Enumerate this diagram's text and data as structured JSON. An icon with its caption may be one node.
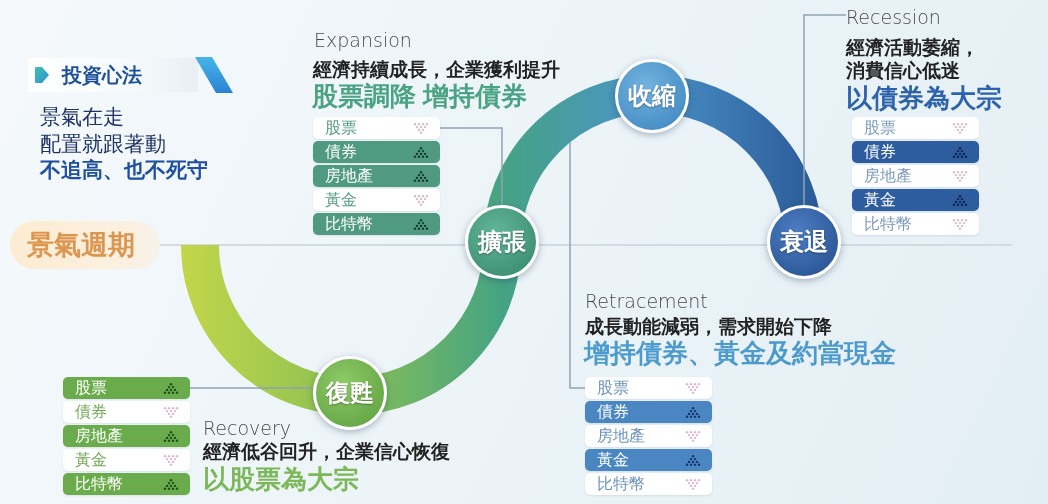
{
  "diagram": {
    "nodes": [
      {
        "text": [
          "景氣週期"
        ]
      },
      {
        "text": [
          "復甦"
        ]
      },
      {
        "text": [
          "股票"
        ]
      },
      {
        "text": [
          "債券"
        ]
      },
      {
        "text": [
          "房地產"
        ]
      },
      {
        "text": [
          "黃金"
        ]
      },
      {
        "text": [
          "比特幣"
        ]
      },
      {
        "text": [
          "擴張"
        ]
      },
      {
        "text": [
          "股票"
        ]
      },
      {
        "text": [
          "債券"
        ]
      },
      {
        "text": [
          "房地產"
        ]
      },
      {
        "text": [
          "黃金"
        ]
      },
      {
        "text": [
          "比特幣"
        ]
      },
      {
        "text": [
          "收縮"
        ]
      },
      {
        "text": [
          "股票"
        ]
      },
      {
        "text": [
          "債券"
        ]
      },
      {
        "text": [
          "房地產"
        ]
      },
      {
        "text": [
          "黃金"
        ]
      },
      {
        "text": [
          "比特幣"
        ]
      },
      {
        "text": [
          "衰退"
        ]
      },
      {
        "text": [
          "Recession",
          "經濟活動萎縮，消費信心低迷",
          "以債券為大宗"
        ]
      },
      {
        "text": [
          "股票"
        ]
      },
      {
        "text": [
          "債券"
        ]
      },
      {
        "text": [
          "房地產"
        ]
      },
      {
        "text": [
          "黃金"
        ]
      },
      {
        "text": [
          "比特幣"
        ]
      }
    ],
    "edges": [
      {
        "from": 2,
        "to": 1,
        "arrow": "none"
      },
      {
        "from": 8,
        "to": 7,
        "arrow": "none"
      },
      {
        "from": null,
        "to": 14,
        "arrow": "none"
      },
      {
        "from": 19,
        "to": 20,
        "arrow": "none"
      }
    ],
    "labels": [
      "投資心法",
      "景氣在走",
      "配置就跟著動",
      "不追高、也不死守",
      "Expansion",
      "經濟持續成長，企業獲利提升",
      "股票調降 增持債券",
      "Retracement",
      "成長動能減弱，需求開始下降",
      "增持債券、黃金及約當現金",
      "Recovery",
      "經濟低谷回升，企業信心恢復",
      "以股票為大宗"
    ]
  }
}
